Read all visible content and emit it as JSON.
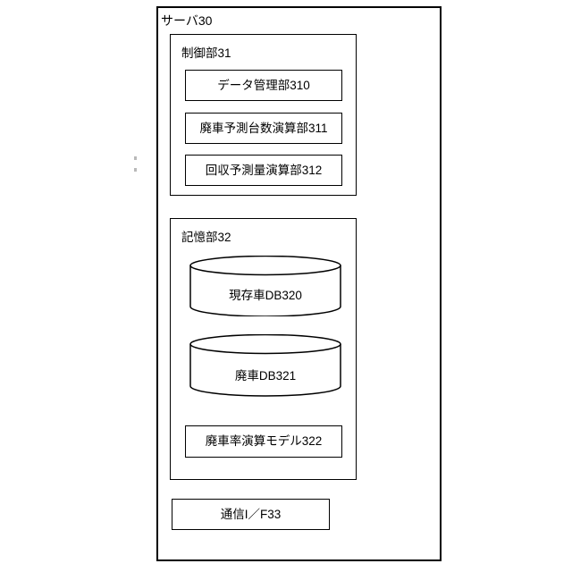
{
  "diagram": {
    "outer": {
      "name": "server",
      "label": "サーバ30"
    },
    "sections": [
      {
        "id": "control",
        "label": "制御部31",
        "units": [
          {
            "id": "310",
            "label": "データ管理部310",
            "shape": "rect"
          },
          {
            "id": "311",
            "label": "廃車予測台数演算部311",
            "shape": "rect"
          },
          {
            "id": "312",
            "label": "回収予測量演算部312",
            "shape": "rect"
          }
        ]
      },
      {
        "id": "memory",
        "label": "記憶部32",
        "units": [
          {
            "id": "320",
            "label": "現存車DB320",
            "shape": "cylinder"
          },
          {
            "id": "321",
            "label": "廃車DB321",
            "shape": "cylinder"
          },
          {
            "id": "322",
            "label": "廃車率演算モデル322",
            "shape": "rect"
          }
        ]
      }
    ],
    "interface": {
      "id": "33",
      "label": "通信I／F33",
      "shape": "rect"
    },
    "colors": {
      "stroke": "#000000",
      "fill": "#ffffff",
      "background": "#ffffff"
    }
  }
}
